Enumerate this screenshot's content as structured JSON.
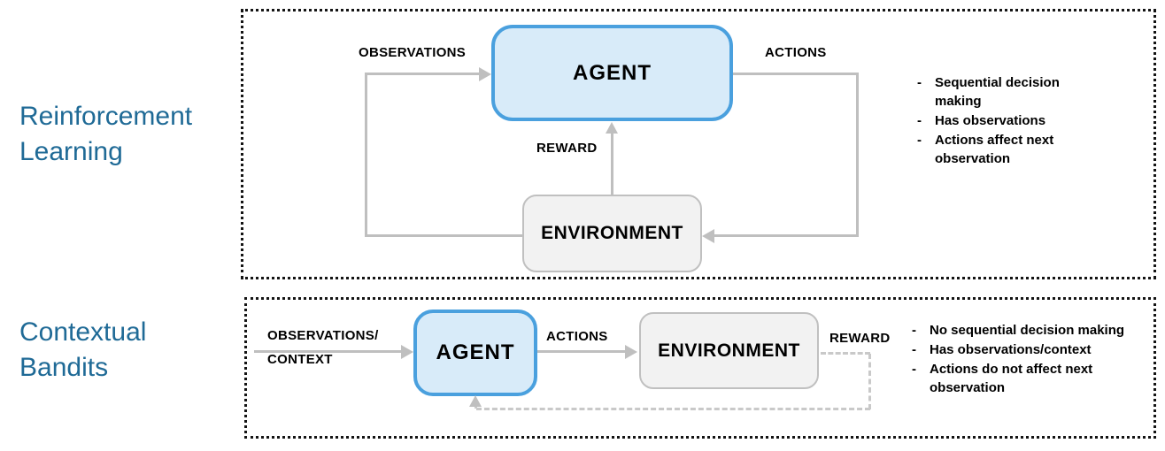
{
  "page": {
    "background": "#FFFFFF"
  },
  "colors": {
    "section_title": "#1F6A96",
    "agent_fill": "#D8EBF9",
    "agent_border": "#4AA0DE",
    "environment_fill": "#F2F2F2",
    "environment_border": "#C0C0C0",
    "arrow_gray": "#BFBFBF",
    "dashed_gray": "#C9C9C9",
    "panel_border": "#141414",
    "label_text": "#000000"
  },
  "bullet_marker": "-",
  "reinforcement_learning": {
    "section_title": "Reinforcement\nLearning",
    "diagram": {
      "agent": "AGENT",
      "environment": "ENVIRONMENT",
      "observations": "OBSERVATIONS",
      "actions": "ACTIONS",
      "reward": "REWARD"
    },
    "notes": [
      "Sequential decision making",
      "Has observations",
      "Actions affect next observation"
    ]
  },
  "contextual_bandits": {
    "section_title": "Contextual\nBandits",
    "diagram": {
      "observations_context": "OBSERVATIONS/\nCONTEXT",
      "agent": "AGENT",
      "actions": "ACTIONS",
      "environment": "ENVIRONMENT",
      "reward": "REWARD"
    },
    "notes": [
      "No sequential decision making",
      "Has observations/context",
      "Actions do not affect next observation"
    ]
  }
}
